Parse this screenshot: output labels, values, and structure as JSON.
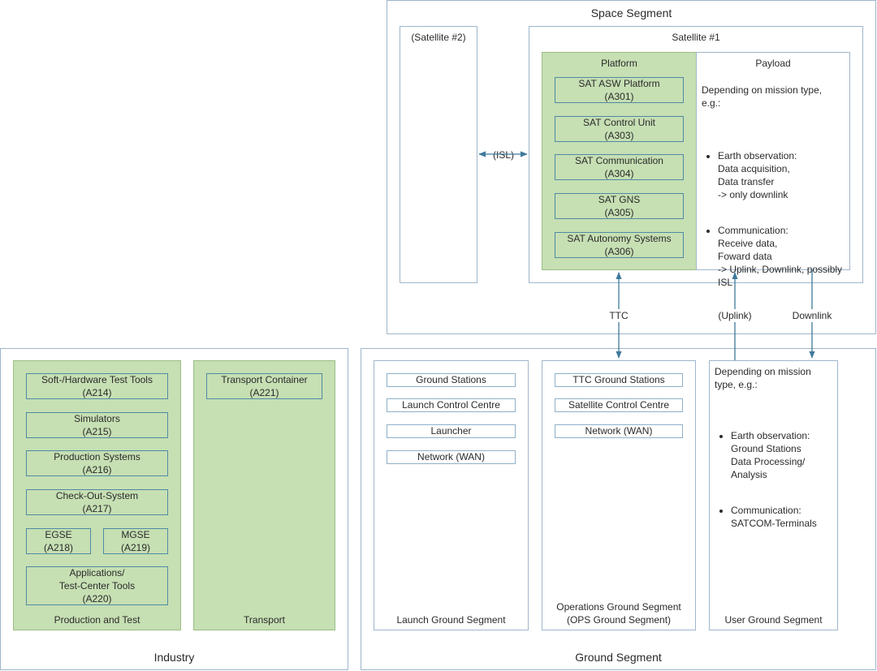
{
  "space": {
    "title": "Space Segment",
    "satellite2": "(Satellite #2)",
    "satellite1": "Satellite #1",
    "platform": {
      "title": "Platform",
      "items": [
        "SAT ASW Platform\n(A301)",
        "SAT Control Unit\n(A303)",
        "SAT Communication\n(A304)",
        "SAT GNS\n(A305)",
        "SAT Autonomy Systems\n(A306)"
      ]
    },
    "payload": {
      "title": "Payload",
      "intro": "Depending on mission type,\ne.g.:",
      "bullets": [
        "Earth observation:\nData acquisition,\nData transfer\n-> only downlink",
        "Communication:\nReceive data,\nFoward data\n-> Uplink, Downlink, possibly ISL"
      ]
    },
    "isl": "(ISL)"
  },
  "links": {
    "ttc": "TTC",
    "uplink": "(Uplink)",
    "downlink": "Downlink"
  },
  "industry": {
    "title": "Industry",
    "production": {
      "title": "Production and Test",
      "items": [
        "Soft-/Hardware Test Tools\n(A214)",
        "Simulators\n(A215)",
        "Production Systems\n(A216)",
        "Check-Out-System\n(A217)",
        "EGSE\n(A218)",
        "MGSE\n(A219)",
        "Applications/\nTest-Center Tools\n(A220)"
      ]
    },
    "transport": {
      "title": "Transport",
      "items": [
        "Transport Container\n(A221)"
      ]
    }
  },
  "ground": {
    "title": "Ground Segment",
    "launch": {
      "title": "Launch Ground Segment",
      "items": [
        "Ground Stations",
        "Launch Control Centre",
        "Launcher",
        "Network (WAN)"
      ]
    },
    "ops": {
      "title": "Operations Ground Segment\n(OPS Ground Segment)",
      "items": [
        "TTC Ground Stations",
        "Satellite Control Centre",
        "Network (WAN)"
      ]
    },
    "user": {
      "title": "User Ground Segment",
      "intro": "Depending on mission\ntype, e.g.:",
      "bullets": [
        "Earth observation:\nGround Stations\nData Processing/\nAnalysis",
        "Communication:\nSATCOM-Terminals"
      ]
    }
  }
}
